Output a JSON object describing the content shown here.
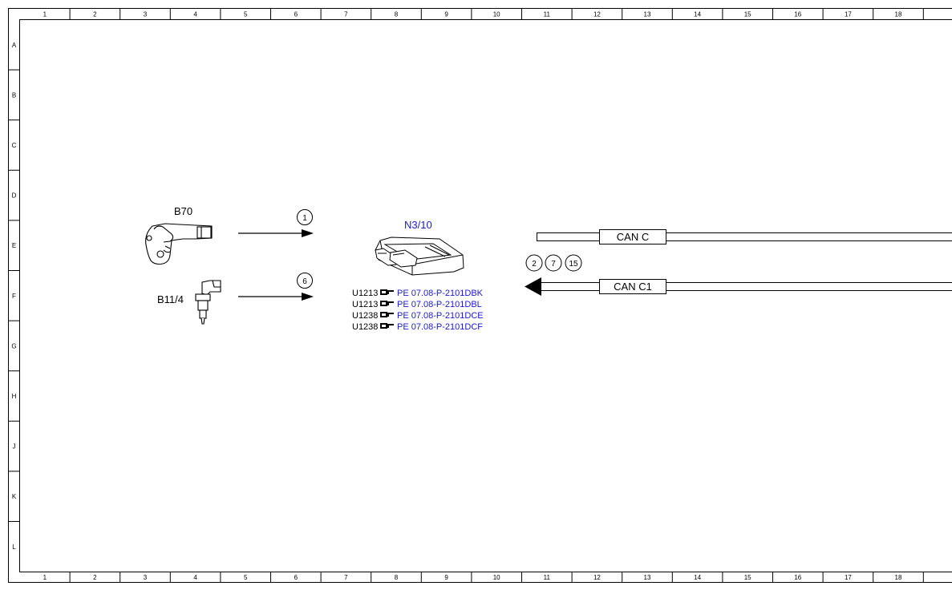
{
  "grid": {
    "columns": [
      "1",
      "2",
      "3",
      "4",
      "5",
      "6",
      "7",
      "8",
      "9",
      "10",
      "11",
      "12",
      "13",
      "14",
      "15",
      "16",
      "17",
      "18"
    ],
    "rows": [
      "A",
      "B",
      "C",
      "D",
      "E",
      "F",
      "G",
      "H",
      "J",
      "K",
      "L"
    ]
  },
  "components": {
    "b70": {
      "label": "B70"
    },
    "b11_4": {
      "label": "B11/4"
    },
    "n3_10": {
      "label": "N3/10"
    }
  },
  "signals": {
    "arrow_b70": {
      "number": "1"
    },
    "arrow_b11_4": {
      "number": "6"
    }
  },
  "bus_circles": [
    "2",
    "7",
    "15"
  ],
  "buses": {
    "can_c": {
      "label": "CAN C"
    },
    "can_c1": {
      "label": "CAN C1"
    }
  },
  "references": [
    {
      "code": "U1213",
      "link": "PE 07.08-P-2101DBK"
    },
    {
      "code": "U1213",
      "link": "PE 07.08-P-2101DBL"
    },
    {
      "code": "U1238",
      "link": "PE 07.08-P-2101DCE"
    },
    {
      "code": "U1238",
      "link": "PE 07.08-P-2101DCF"
    }
  ],
  "colors": {
    "link": "#1a1ad6",
    "line": "#000000"
  }
}
